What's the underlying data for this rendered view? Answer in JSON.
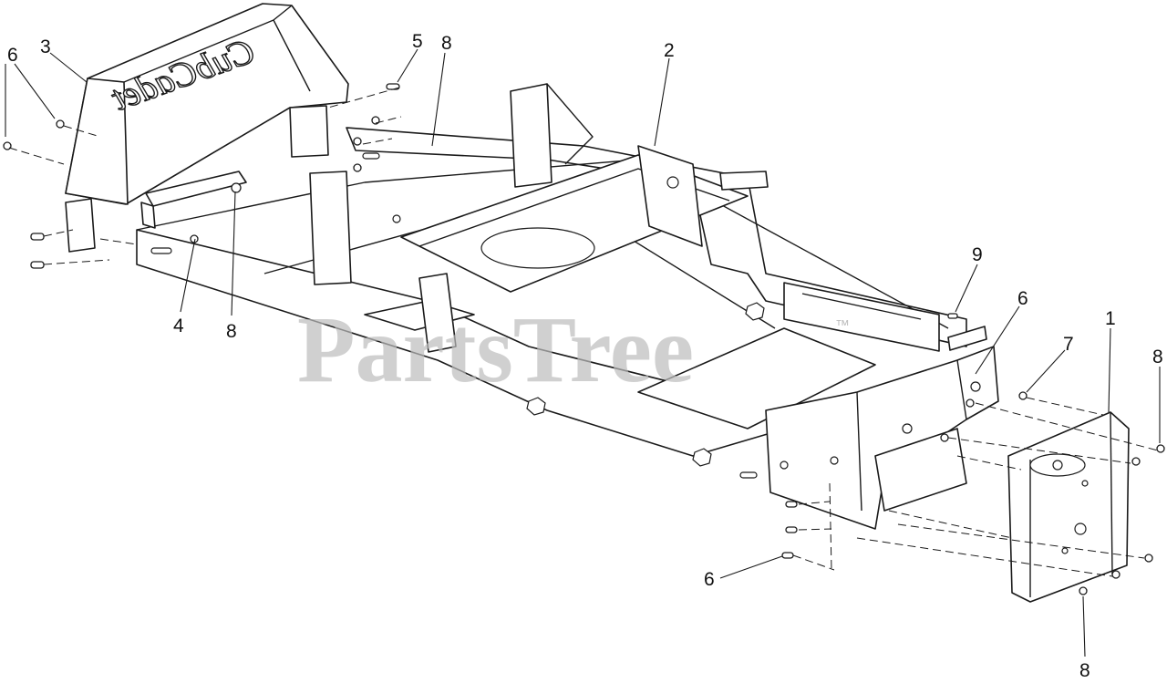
{
  "watermark": {
    "text": "PartsTree",
    "mark": "™"
  },
  "logo": {
    "text": "CubCadet"
  },
  "callouts": [
    {
      "id": "c1",
      "label": "1"
    },
    {
      "id": "c2",
      "label": "2"
    },
    {
      "id": "c3",
      "label": "3"
    },
    {
      "id": "c4",
      "label": "4"
    },
    {
      "id": "c5",
      "label": "5"
    },
    {
      "id": "c6a",
      "label": "6"
    },
    {
      "id": "c6b",
      "label": "6"
    },
    {
      "id": "c6c",
      "label": "6"
    },
    {
      "id": "c7",
      "label": "7"
    },
    {
      "id": "c8a",
      "label": "8"
    },
    {
      "id": "c8b",
      "label": "8"
    },
    {
      "id": "c8c",
      "label": "8"
    },
    {
      "id": "c8d",
      "label": "8"
    },
    {
      "id": "c9",
      "label": "9"
    }
  ]
}
